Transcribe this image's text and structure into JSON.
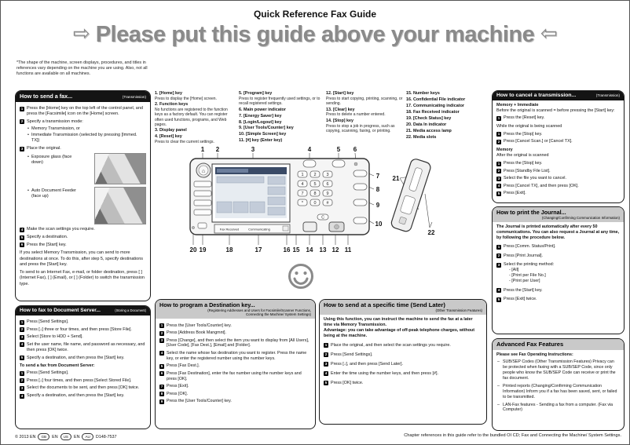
{
  "page": {
    "title": "Quick Reference Fax Guide"
  },
  "banner": {
    "arrow_left": "⇨",
    "text": "Please put this guide above your machine",
    "arrow_right": "⇦"
  },
  "note": "*The shape of the machine, screen displays, procedures, and titles in references vary depending on the machine you are using. Also, not all functions are available on all machines.",
  "send_fax": {
    "title": "How to send a fax...",
    "tag": "(Transmission)",
    "steps": [
      {
        "text": "Press the [Home] key on the top left of the control panel, and press the [Facsimile] icon on the [Home] screen."
      },
      {
        "text": "Specify a transmission mode:",
        "bullets": [
          "Memory Transmission, or",
          "Immediate Transmission (selected by pressing [Immed. TX])"
        ]
      },
      {
        "text": "Place the original.",
        "bullets": [
          "Exposure glass (face down)",
          "Auto Document Feeder (face up)"
        ]
      },
      {
        "text": "Make the scan settings you require."
      },
      {
        "text": "Specify a destination."
      },
      {
        "text": "Press the [Start] key."
      }
    ],
    "para1": "If you select Memory Transmission, you can send to more destinations at once. To do this, after step 5, specify destinations and press the [Start] key.",
    "para2": "To send to an Internet Fax, e-mail, or folder destination, press [ ] (Internet Fax), [ ] (Email), or [ ] (Folder) to switch the transmission type."
  },
  "legend": {
    "columns": [
      {
        "items": [
          {
            "name": "1. [Home] key",
            "desc": "Press to display the [Home] screen."
          },
          {
            "name": "2. Function keys",
            "desc": "No functions are registered to the function keys as a factory default. You can register often used functions, programs, and Web pages."
          },
          {
            "name": "3. Display panel",
            "desc": ""
          },
          {
            "name": "4. [Reset] key",
            "desc": "Press to clear the current settings."
          }
        ]
      },
      {
        "items": [
          {
            "name": "5. [Program] key",
            "desc": "Press to register frequently used settings, or to recall registered settings."
          },
          {
            "name": "6. Main power indicator",
            "desc": ""
          },
          {
            "name": "7. [Energy Saver] key",
            "desc": ""
          },
          {
            "name": "8. [Login/Logout] key",
            "desc": ""
          },
          {
            "name": "9. [User Tools/Counter] key",
            "desc": ""
          },
          {
            "name": "10. [Simple Screen] key",
            "desc": ""
          },
          {
            "name": "11. [#] key (Enter key)",
            "desc": ""
          }
        ]
      },
      {
        "items": [
          {
            "name": "12. [Start] key",
            "desc": "Press to start copying, printing, scanning, or sending."
          },
          {
            "name": "13. [Clear] key",
            "desc": "Press to delete a number entered."
          },
          {
            "name": "14. [Stop] key",
            "desc": "Press to stop a job in progress, such as copying, scanning, faxing, or printing."
          }
        ]
      },
      {
        "items": [
          {
            "name": "15. Number keys",
            "desc": ""
          },
          {
            "name": "16. Confidential File indicator",
            "desc": ""
          },
          {
            "name": "17. Communicating indicator",
            "desc": ""
          },
          {
            "name": "18. Fax Received indicator",
            "desc": ""
          },
          {
            "name": "19. [Check Status] key",
            "desc": ""
          },
          {
            "name": "20. Data In indicator",
            "desc": ""
          },
          {
            "name": "21. Media access lamp",
            "desc": ""
          },
          {
            "name": "22. Media slots",
            "desc": ""
          }
        ]
      }
    ]
  },
  "diagram": {
    "callouts_top": [
      "1",
      "2",
      "3",
      "4",
      "5",
      "6"
    ],
    "callouts_right": [
      "7",
      "8",
      "9",
      "10"
    ],
    "callouts_bottom": [
      "20",
      "19",
      "18",
      "17",
      "16",
      "15",
      "14",
      "13",
      "12",
      "11"
    ],
    "callouts_media": [
      "21",
      "22"
    ],
    "indicator_labels": [
      "Fax Received",
      "Communicating"
    ],
    "numpad": [
      "1",
      "2",
      "3",
      "4",
      "5",
      "6",
      "7",
      "8",
      "9",
      "*",
      "0",
      "#"
    ],
    "clear_key": "C"
  },
  "cancel": {
    "title": "How to cancel a transmission...",
    "tag": "(Transmission)",
    "h1": "Memory + Immediate",
    "p1": "Before the original is scanned = before pressing the [Start] key:",
    "steps1": [
      "Press the [Reset] key."
    ],
    "p2": "While the original is being scanned",
    "steps2": [
      "Press the [Stop] key.",
      "Press [Cancel Scan.] or [Cancel TX]."
    ],
    "h2": "Memory",
    "p3": "After the original is scanned",
    "steps3": [
      "Press the [Stop] key.",
      "Press [Standby File List].",
      "Select the file you want to cancel.",
      "Press [Cancel TX], and then press [OK].",
      "Press  [Exit]."
    ]
  },
  "journal": {
    "title": "How to print the Journal...",
    "tag": "(Changing/Confirming Communication Information)",
    "intro": "The Journal is printed automatically after every 50 communications. You can also request a Journal at any time, by following the procedure below.",
    "steps": [
      {
        "text": "Press [Comm. Status/Print]."
      },
      {
        "text": "Press [Print Journal]."
      },
      {
        "text": "Select the printing method:",
        "subs": [
          "- [All]",
          "- [Print per File No.]",
          "- [Print per User]"
        ]
      },
      {
        "text": "Press the [Start] key."
      },
      {
        "text": "Press [Exit] twice."
      }
    ]
  },
  "advanced": {
    "title": "Advanced Fax Features",
    "intro": "Please see Fax Operating Instructions:",
    "items": [
      "SUB/SEP Codes (Other Transmission Features) Privacy can be protected when faxing with a SUB/SEP Code, since only people who know the SUB/SEP Code can receive or print the fax document.",
      "Printed reports (Changing/Confirming Communication Information) Inform you if a fax has been saved, sent, or failed to be transmitted.",
      "LAN-Fax features - Sending a fax from a computer. (Fax via Computer)"
    ]
  },
  "doc_server": {
    "title": "How to fax to Document Server...",
    "tag": "(Storing a Document)",
    "steps1": [
      "Press [Send Settings].",
      "Press [↓] three or four times, and then press [Store File].",
      "Select [Store to HDD + Send].",
      "Set the user name, file name, and password as necessary, and then press [OK] twice.",
      "Specify a destination, and then press the [Start] key."
    ],
    "subhead": "To send a fax from Document Server:",
    "steps2": [
      "Press [Send Settings].",
      "Press [↓] four times, and then press [Select Stored File].",
      "Select the documents to be sent, and then press [OK] twice.",
      "Specify a destination, and then press the [Start] key."
    ]
  },
  "program_dest": {
    "title": "How to program a Destination key...",
    "tag1": "(Registering Addresses and Users for Facsimile/Scanner Functions,",
    "tag2": "Connecting the Machine/ System Settings)",
    "steps": [
      "Press the [User Tools/Counter] key.",
      "Press [Address Book Mangmnt].",
      "Press [Change], and then select the item you want to display from [All Users], [User Code], [Fax Dest.], [Email] and [Folder].",
      "Select the name whose fax destination you want to register. Press the name key, or enter the registered number using the number keys.",
      "Press [Fax Dest.].",
      "Press [Fax Destination], enter the fax number using the number keys and press [OK].",
      "Press  [Exit].",
      "Press  [OK].",
      "Press the [User Tools/Counter] key."
    ]
  },
  "send_later": {
    "title": "How to send at a specific time (Send Later)",
    "tag": "(Other Transmission Features)",
    "intro1": "Using this function, you can instruct the machine to send the fax at a later time via Memory Transmission.",
    "intro2": "Advantage: you can take advantage of off-peak telephone charges, without being at the machine.",
    "steps": [
      "Place the original, and then select the scan settings you require.",
      "Press [Send Settings].",
      "Press  [↓], and then press [Send Later].",
      "Enter the time using the number keys, and then press [#].",
      "Press [OK] twice."
    ]
  },
  "footer": {
    "copyright": "© 2013 EN",
    "oval1": "GB",
    "mid1": "EN",
    "oval2": "US",
    "mid2": "EN",
    "oval3": "AU",
    "model": "D148-7537",
    "right": "Chapter references in this guide refer to the bundled OI CD; Fax and Connecting the Machine/ System Settings."
  }
}
